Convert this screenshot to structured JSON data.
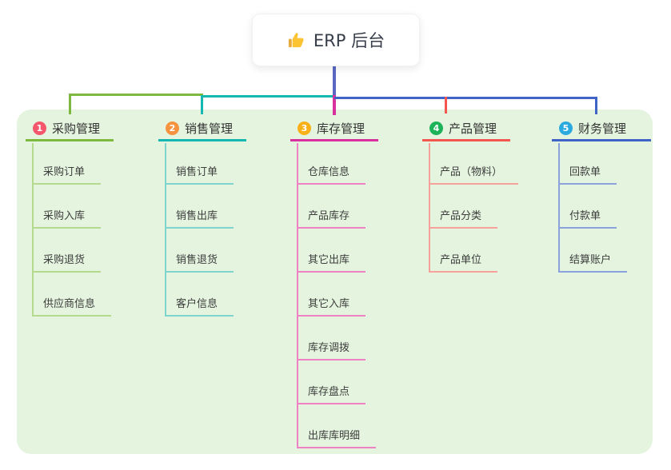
{
  "root": {
    "label": "ERP 后台",
    "icon": "thumbs-up",
    "line_color": "#5b68c3"
  },
  "panel_color": "#e4f4df",
  "branches": [
    {
      "num": "1",
      "label": "采购管理",
      "badge_color": "#f4566c",
      "line_color": "#7cb93e",
      "child_line_color": "#b4da8e",
      "children": [
        "采购订单",
        "采购入库",
        "采购退货",
        "供应商信息"
      ]
    },
    {
      "num": "2",
      "label": "销售管理",
      "badge_color": "#f7923f",
      "line_color": "#14b8b1",
      "child_line_color": "#7fd4ce",
      "children": [
        "销售订单",
        "销售出库",
        "销售退货",
        "客户信息"
      ]
    },
    {
      "num": "3",
      "label": "库存管理",
      "badge_color": "#f9b117",
      "line_color": "#d8309c",
      "child_line_color": "#ef82c5",
      "children": [
        "仓库信息",
        "产品库存",
        "其它出库",
        "其它入库",
        "库存调拨",
        "库存盘点",
        "出库库明细"
      ]
    },
    {
      "num": "4",
      "label": "产品管理",
      "badge_color": "#1db35a",
      "line_color": "#f2564f",
      "child_line_color": "#f8a09a",
      "children": [
        "产品（物料）",
        "产品分类",
        "产品单位"
      ]
    },
    {
      "num": "5",
      "label": "财务管理",
      "badge_color": "#2baae0",
      "line_color": "#4063c8",
      "child_line_color": "#8ba2dd",
      "children": [
        "回款单",
        "付款单",
        "结算账户"
      ]
    }
  ]
}
